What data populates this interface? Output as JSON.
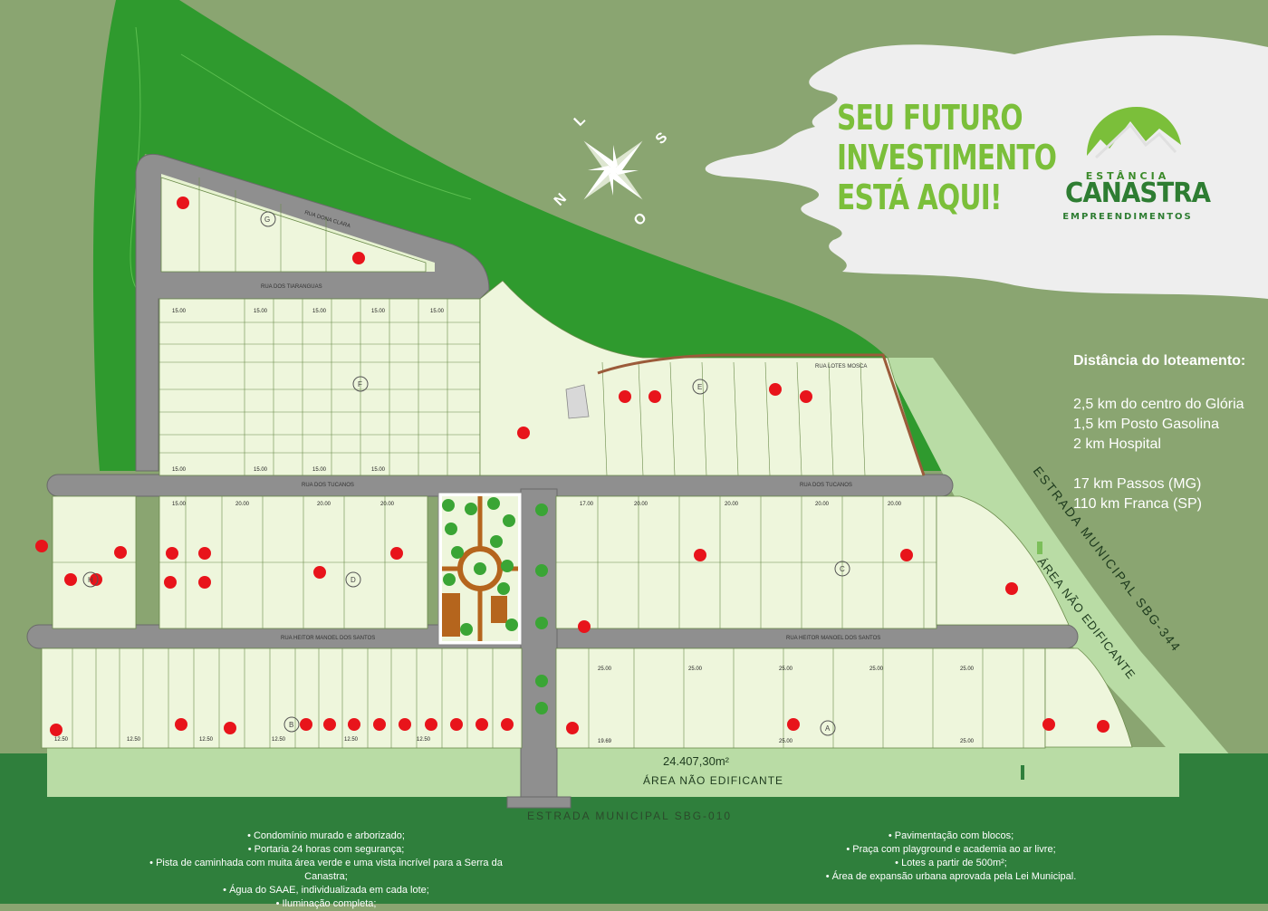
{
  "headline": [
    "SEU FUTURO",
    "INVESTIMENTO",
    "ESTÁ AQUI!"
  ],
  "logo": {
    "top": "ESTÂNCIA",
    "main": "CANASTRA",
    "sub": "EMPREENDIMENTOS",
    "icon": "mountain-logo-icon"
  },
  "compass": {
    "n": "N",
    "s": "S",
    "l": "L",
    "o": "O",
    "icon": "compass-rose-icon"
  },
  "distances": {
    "title": "Distância do loteamento:",
    "items": [
      "2,5 km do centro do Glória",
      "1,5 km Posto Gasolina",
      "2 km Hospital"
    ],
    "items2": [
      "17 km Passos (MG)",
      "110 km Franca (SP)"
    ]
  },
  "roads": {
    "sbg010": "ESTRADA MUNICIPAL SBG-010",
    "sbg344": "ESTRADA MUNICIPAL SBG-344",
    "area_nao_edificante": "ÁREA NÃO EDIFICANTE",
    "area_nao_edificante_value": "24.407,30m²",
    "rua_tucanos": "RUA DOS TUCANOS",
    "rua_heitor": "RUA HEITOR MANOEL DOS SANTOS",
    "rua_tiaranguas": "RUA DOS TIARANGUAS",
    "rua_dona_clara": "RUA DONA CLARA",
    "rua_mosca": "RUA LOTES MOSCA"
  },
  "blocks": [
    "A",
    "B",
    "C",
    "D",
    "E",
    "F",
    "G",
    "H"
  ],
  "features_left": [
    "Condomínio murado e arborizado;",
    "Portaria 24 horas com segurança;",
    "Pista de caminhada com muita área verde e uma vista incrível para a Serra da Canastra;",
    "Água do SAAE, individualizada em cada lote;",
    "Iluminação completa;"
  ],
  "features_right": [
    "Pavimentação com blocos;",
    "Praça com playground e academia ao ar livre;",
    "Lotes a partir de 500m²;",
    "Área de expansão urbana aprovada pela Lei Municipal."
  ],
  "colors": {
    "background": "#8aa571",
    "forest": "#2f9a2e",
    "lot": "#eef6dc",
    "road": "#8c8c8c",
    "footer": "#2f7f3c",
    "sold": "#e8141b",
    "accent": "#7bbf3a"
  }
}
